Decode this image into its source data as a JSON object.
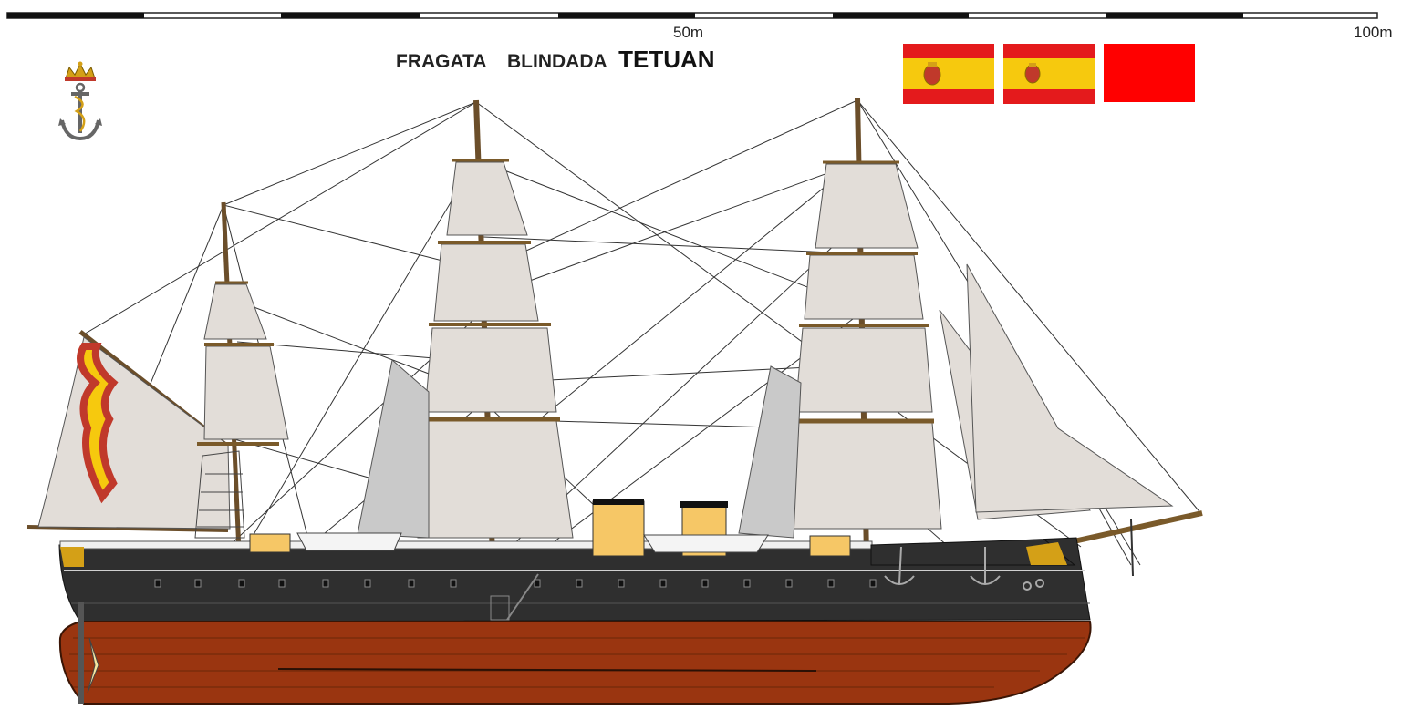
{
  "title": {
    "prefix": "FRAGATA",
    "type": "BLINDADA",
    "name": "TETUAN"
  },
  "scale": {
    "label_mid": "50m",
    "label_end": "100m"
  },
  "emblem": "navy-anchor-crown-emblem",
  "flags": [
    {
      "name": "spanish-flag-royal-arms",
      "colors": [
        "#e41a1c",
        "#f6c90e",
        "#e41a1c"
      ]
    },
    {
      "name": "spanish-flag-arms",
      "colors": [
        "#e41a1c",
        "#f6c90e",
        "#e41a1c"
      ]
    },
    {
      "name": "red-flag",
      "colors": [
        "#ff0000"
      ]
    }
  ],
  "colors": {
    "hull_upper": "#2f2f2f",
    "hull_lower": "#9a3510",
    "sail": "#e2ddd8",
    "funnel": "#f6c766",
    "mast": "#8b6a3a"
  }
}
